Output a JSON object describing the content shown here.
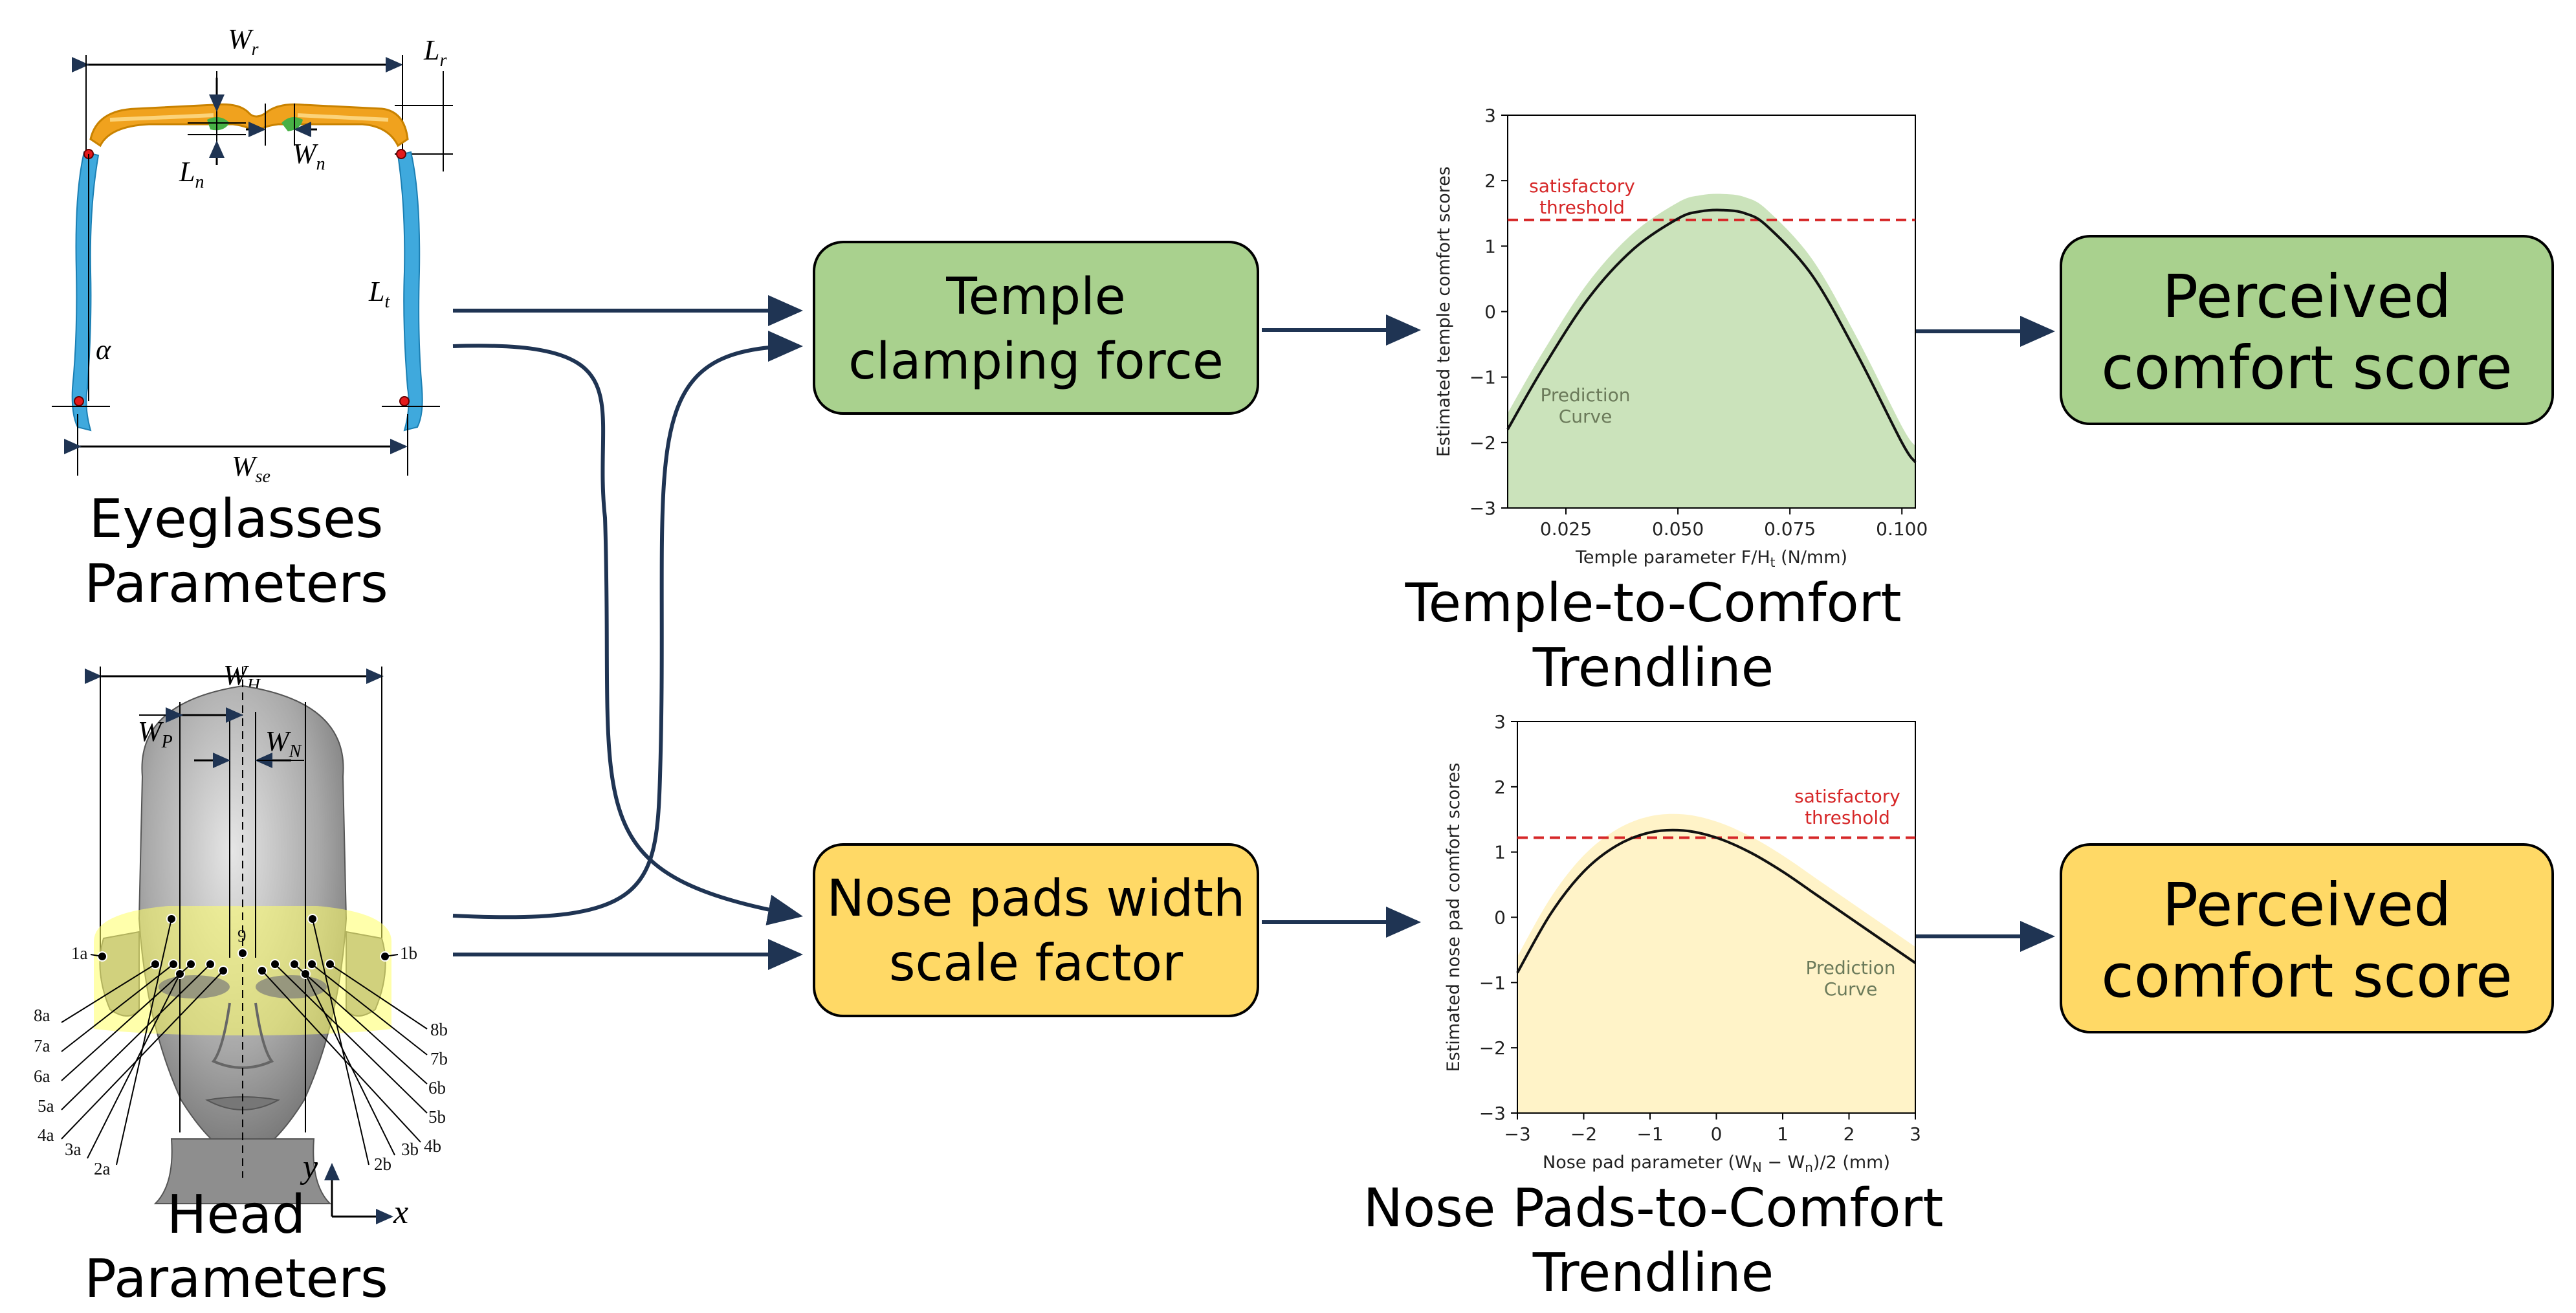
{
  "eyeglasses": {
    "caption_line1": "Eyeglasses",
    "caption_line2": "Parameters",
    "labels": {
      "wr": "W",
      "wr_sub": "r",
      "lr": "L",
      "lr_sub": "r",
      "ln": "L",
      "ln_sub": "n",
      "wn": "W",
      "wn_sub": "n",
      "lt": "L",
      "lt_sub": "t",
      "alpha": "α",
      "wse": "W",
      "wse_sub": "se"
    }
  },
  "head": {
    "caption_line1": "Head",
    "caption_line2": "Parameters",
    "labels": {
      "wh": "W",
      "wh_sub": "H",
      "wp": "W",
      "wp_sub": "P",
      "wn": "W",
      "wn_sub": "N",
      "y": "y",
      "x": "x"
    },
    "landmarks_left": [
      "1a",
      "8a",
      "7a",
      "6a",
      "5a",
      "4a",
      "3a",
      "2a"
    ],
    "landmarks_right": [
      "1b",
      "8b",
      "7b",
      "6b",
      "5b",
      "4b",
      "3b",
      "2b"
    ],
    "landmark_center": "9"
  },
  "boxes": {
    "temple_line1": "Temple",
    "temple_line2": "clamping force",
    "nose_line1": "Nose pads width",
    "nose_line2": "scale factor",
    "perceived1_line1": "Perceived",
    "perceived1_line2": "comfort score",
    "perceived2_line1": "Perceived",
    "perceived2_line2": "comfort score"
  },
  "colors": {
    "green_box": "#a9d18e",
    "yellow_box": "#ffd966",
    "arrow": "#1f3453",
    "threshold": "#d62728",
    "green_fill": "#c5e0b4",
    "yellow_fill": "#fff2c2"
  },
  "chart_data": [
    {
      "type": "line",
      "caption_line1": "Temple-to-Comfort",
      "caption_line2": "Trendline",
      "xlabel": "Temple parameter F/H",
      "xlabel_sub": "t",
      "xlabel_unit": " (N/mm)",
      "ylabel": "Estimated temple comfort scores",
      "xlim": [
        0.012,
        0.103
      ],
      "ylim": [
        -3,
        3
      ],
      "xticks": [
        "0.025",
        "0.050",
        "0.075",
        "0.100"
      ],
      "xtick_values": [
        0.025,
        0.05,
        0.075,
        0.1
      ],
      "yticks": [
        "−3",
        "−2",
        "−1",
        "0",
        "1",
        "2",
        "3"
      ],
      "ytick_values": [
        -3,
        -2,
        -1,
        0,
        1,
        2,
        3
      ],
      "threshold": 1.4,
      "threshold_label_line1": "satisfactory",
      "threshold_label_line2": "threshold",
      "curve_label_line1": "Prediction",
      "curve_label_line2": "Curve",
      "x": [
        0.012,
        0.02,
        0.03,
        0.04,
        0.05,
        0.055,
        0.06,
        0.065,
        0.07,
        0.08,
        0.09,
        0.1,
        0.103
      ],
      "y": [
        -1.8,
        -0.85,
        0.2,
        0.95,
        1.42,
        1.53,
        1.55,
        1.5,
        1.3,
        0.55,
        -0.65,
        -2.0,
        -2.3
      ]
    },
    {
      "type": "line",
      "caption_line1": "Nose Pads-to-Comfort",
      "caption_line2": "Trendline",
      "xlabel": "Nose pad parameter (W",
      "xlabel_sub": "N",
      "xlabel_mid": " − W",
      "xlabel_sub2": "n",
      "xlabel_unit": ")/2 (mm)",
      "ylabel": "Estimated nose pad comfort scores",
      "xlim": [
        -3,
        3
      ],
      "ylim": [
        -3,
        3
      ],
      "xticks": [
        "−3",
        "−2",
        "−1",
        "0",
        "1",
        "2",
        "3"
      ],
      "xtick_values": [
        -3,
        -2,
        -1,
        0,
        1,
        2,
        3
      ],
      "yticks": [
        "−3",
        "−2",
        "−1",
        "0",
        "1",
        "2",
        "3"
      ],
      "ytick_values": [
        -3,
        -2,
        -1,
        0,
        1,
        2,
        3
      ],
      "threshold": 1.22,
      "threshold_label_line1": "satisfactory",
      "threshold_label_line2": "threshold",
      "curve_label_line1": "Prediction",
      "curve_label_line2": "Curve",
      "x": [
        -3,
        -2.5,
        -2,
        -1.5,
        -1,
        -0.5,
        0,
        0.5,
        1,
        1.5,
        2,
        2.5,
        3
      ],
      "y": [
        -0.85,
        0.05,
        0.7,
        1.1,
        1.3,
        1.33,
        1.22,
        1.0,
        0.7,
        0.35,
        0.0,
        -0.35,
        -0.7
      ]
    }
  ]
}
